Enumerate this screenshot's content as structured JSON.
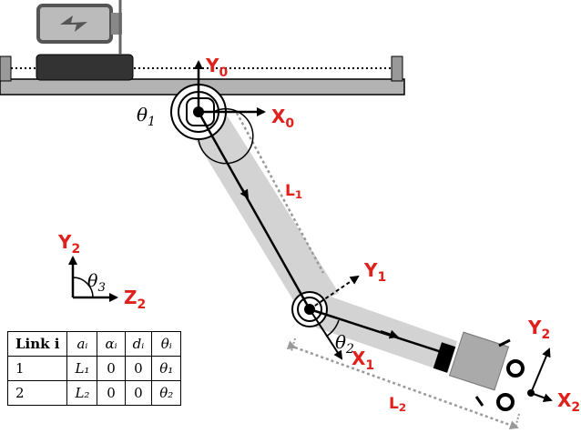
{
  "frames": {
    "frame0": {
      "y": "Y",
      "y_sub": "0",
      "x": "X",
      "x_sub": "0"
    },
    "frame1": {
      "y": "Y",
      "y_sub": "1",
      "x": "X",
      "x_sub": "1"
    },
    "frame2": {
      "y": "Y",
      "y_sub": "2",
      "x": "X",
      "x_sub": "2"
    },
    "side": {
      "y": "Y",
      "y_sub": "2",
      "z": "Z",
      "z_sub": "2"
    }
  },
  "angles": {
    "theta1": {
      "sym": "θ",
      "sub": "1"
    },
    "theta2": {
      "sym": "θ",
      "sub": "2"
    },
    "theta3": {
      "sym": "θ",
      "sub": "3"
    }
  },
  "links": {
    "L1": {
      "name": "L",
      "sub": "1"
    },
    "L2": {
      "name": "L",
      "sub": "2"
    }
  },
  "table": {
    "headers": [
      "Link i",
      "aᵢ",
      "αᵢ",
      "dᵢ",
      "θᵢ"
    ],
    "rows": [
      [
        "1",
        "L₁",
        "0",
        "0",
        "θ₁"
      ],
      [
        "2",
        "L₂",
        "0",
        "0",
        "θ₂"
      ]
    ]
  },
  "colors": {
    "label_red": "#e0201b",
    "link_fill": "#d3d3d3",
    "rail": "#b3b3b3",
    "cart": "#333333"
  }
}
